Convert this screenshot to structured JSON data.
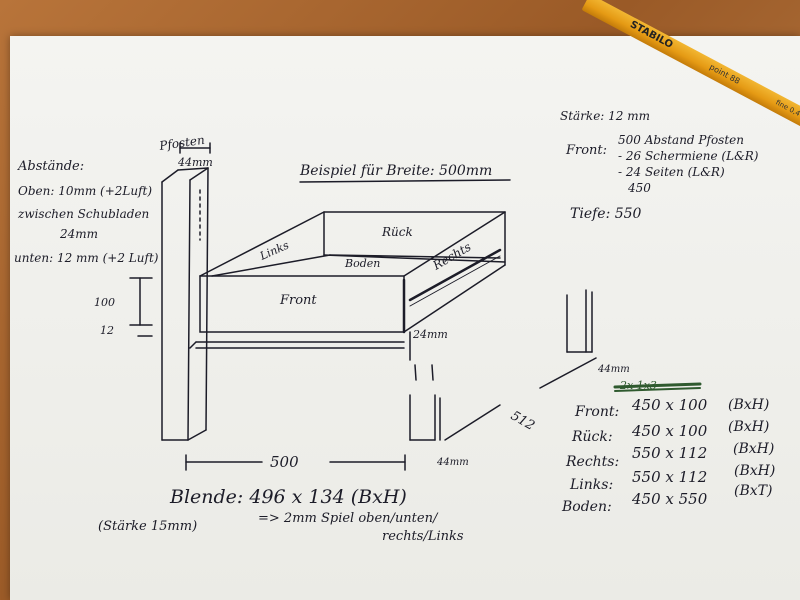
{
  "pencil": {
    "brand": "STABILO",
    "model": "point 88",
    "fine": "fine 0,4"
  },
  "title": "Beispiel für Breite: 500mm",
  "left_notes": {
    "heading": "Abstände:",
    "line1": "Oben: 10mm (+2Luft)",
    "line2": "zwischen Schubladen",
    "line3": "24mm",
    "line4": "unten: 12 mm (+2 Luft)"
  },
  "post_labels": {
    "name": "Pfosten",
    "width": "44mm",
    "dim_100": "100",
    "dim_12": "12"
  },
  "box_labels": {
    "links": "Links",
    "rueck": "Rück",
    "boden": "Boden",
    "rechts": "Rechts",
    "front": "Front",
    "gap_24": "24mm"
  },
  "bottom_dims": {
    "width": "500",
    "post_right": "44mm",
    "post_small": "44mm",
    "diag": "512"
  },
  "blende": {
    "main": "Blende: 496 x 134 (BxH)",
    "note1": "(Stärke 15mm)",
    "note2": "=> 2mm Spiel oben/unten/",
    "note3": "rechts/Links"
  },
  "calc": {
    "staerke": "Stärke: 12 mm",
    "front_label": "Front:",
    "row1": "500 Abstand Pfosten",
    "row2": "- 26 Schermiene (L&R)",
    "row3": "- 24 Seiten (L&R)",
    "result": "450",
    "tiefe": "Tiefe: 550"
  },
  "parts": {
    "crossed": "2x 1x3",
    "rows": [
      {
        "name": "Front:",
        "size": "450 x 100",
        "unit": "(BxH)"
      },
      {
        "name": "Rück:",
        "size": "450 x 100",
        "unit": "(BxH)"
      },
      {
        "name": "Rechts:",
        "size": "550 x 112",
        "unit": "(BxH)"
      },
      {
        "name": "Links:",
        "size": "550 x 112",
        "unit": "(BxH)"
      },
      {
        "name": "Boden:",
        "size": "450 x 550",
        "unit": "(BxT)"
      }
    ]
  }
}
